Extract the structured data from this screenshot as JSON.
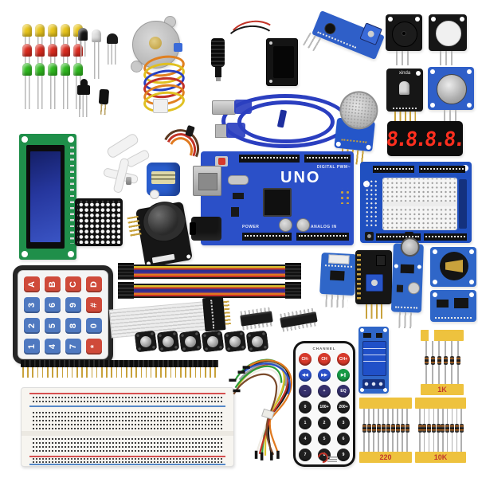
{
  "meta": {
    "description": "Arduino UNO starter kit components arranged on a white background",
    "background": "#ffffff"
  },
  "colors": {
    "arduino_blue": "#2b50c8",
    "module_blue": "#2f66c8",
    "pcb_black": "#161616",
    "keypad_red": "#cf4a3a",
    "keypad_blue": "#4f79c0",
    "resistor_tape_yellow": "#eec23e",
    "segment_red": "#ff2f1f",
    "breadboard_rail_red": "#d65050",
    "breadboard_rail_blue": "#5588c8"
  },
  "leds": {
    "rows": [
      {
        "name": "yellow",
        "count": 5,
        "style": "--c:#e8c51c;--legs:14px"
      },
      {
        "name": "red",
        "count": 5,
        "style": "--c:#d92b1f;--legs:22px"
      },
      {
        "name": "green",
        "count": 5,
        "style": "--c:#2fb81f;--legs:42px"
      }
    ]
  },
  "arduino": {
    "board_label": "UNO",
    "digital_label": "DIGITAL PWM~",
    "power_label": "POWER",
    "analog_label": "ANALOG IN"
  },
  "segment_display": {
    "digits": "8.8.8.8."
  },
  "rgb_module": {
    "brand": "xinda"
  },
  "keypad": {
    "keys": [
      {
        "label": "A",
        "type": "red"
      },
      {
        "label": "B",
        "type": "red"
      },
      {
        "label": "C",
        "type": "red"
      },
      {
        "label": "D",
        "type": "red"
      },
      {
        "label": "3",
        "type": "blue"
      },
      {
        "label": "6",
        "type": "blue"
      },
      {
        "label": "9",
        "type": "blue"
      },
      {
        "label": "#",
        "type": "red"
      },
      {
        "label": "2",
        "type": "blue"
      },
      {
        "label": "5",
        "type": "blue"
      },
      {
        "label": "8",
        "type": "blue"
      },
      {
        "label": "0",
        "type": "blue"
      },
      {
        "label": "1",
        "type": "blue"
      },
      {
        "label": "4",
        "type": "blue"
      },
      {
        "label": "7",
        "type": "blue"
      },
      {
        "label": "*",
        "type": "red"
      }
    ]
  },
  "remote": {
    "header": "CHANNEL",
    "buttons": [
      {
        "label": "CH-",
        "color": "#d6392b"
      },
      {
        "label": "CH",
        "color": "#d6392b"
      },
      {
        "label": "CH+",
        "color": "#d6392b"
      },
      {
        "label": "◀◀",
        "color": "#2b50c8"
      },
      {
        "label": "▶▶",
        "color": "#2b50c8"
      },
      {
        "label": "▶∥",
        "color": "#169a45"
      },
      {
        "label": "−",
        "color": "#35306b"
      },
      {
        "label": "+",
        "color": "#35306b"
      },
      {
        "label": "EQ",
        "color": "#35306b"
      },
      {
        "label": "0",
        "color": "#1f1f1f"
      },
      {
        "label": "100+",
        "color": "#1f1f1f"
      },
      {
        "label": "200+",
        "color": "#1f1f1f"
      },
      {
        "label": "1",
        "color": "#1f1f1f"
      },
      {
        "label": "2",
        "color": "#1f1f1f"
      },
      {
        "label": "3",
        "color": "#1f1f1f"
      },
      {
        "label": "4",
        "color": "#1f1f1f"
      },
      {
        "label": "5",
        "color": "#1f1f1f"
      },
      {
        "label": "6",
        "color": "#1f1f1f"
      },
      {
        "label": "7",
        "color": "#1f1f1f"
      },
      {
        "label": "8",
        "color": "#1f1f1f"
      },
      {
        "label": "9",
        "color": "#1f1f1f"
      }
    ]
  },
  "resistors": {
    "packs": [
      {
        "label": "1K",
        "count": 6
      },
      {
        "label": "220",
        "count": 10
      },
      {
        "label": "10K",
        "count": 10
      }
    ]
  },
  "push_buttons": {
    "count": 6
  },
  "pin_header": {
    "count": 40
  },
  "led_matrix": {
    "rows": 8,
    "cols": 8
  }
}
